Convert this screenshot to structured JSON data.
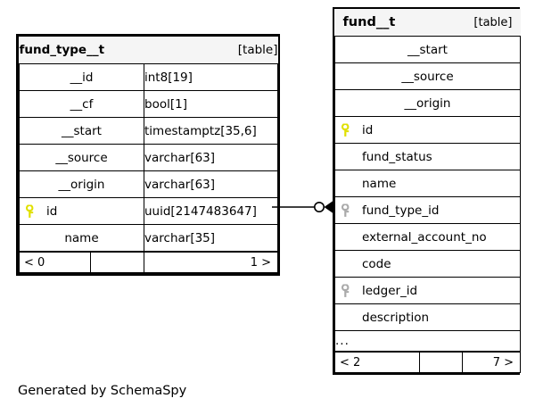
{
  "diagram": {
    "credit": "Generated by SchemaSpy",
    "table_tag": "[table]",
    "ellipsis": "...",
    "key_colors": {
      "primary_key": "#e8e800",
      "foreign_key": "#aaaaaa"
    }
  },
  "tables": [
    {
      "name": "fund_type__t",
      "tag": "[table]",
      "columns": [
        {
          "key": "none",
          "name": "__id",
          "type": "int8[19]"
        },
        {
          "key": "none",
          "name": "__cf",
          "type": "bool[1]"
        },
        {
          "key": "none",
          "name": "__start",
          "type": "timestamptz[35,6]"
        },
        {
          "key": "none",
          "name": "__source",
          "type": "varchar[63]"
        },
        {
          "key": "none",
          "name": "__origin",
          "type": "varchar[63]"
        },
        {
          "key": "primary",
          "name": "id",
          "type": "uuid[2147483647]"
        },
        {
          "key": "none",
          "name": "name",
          "type": "varchar[35]"
        }
      ],
      "footer": {
        "left": "< 0",
        "middle": "",
        "right": "1 >"
      }
    },
    {
      "name": "fund__t",
      "tag": "[table]",
      "columns": [
        {
          "key": "none",
          "name": "__start"
        },
        {
          "key": "none",
          "name": "__source"
        },
        {
          "key": "none",
          "name": "__origin"
        },
        {
          "key": "primary",
          "name": "id"
        },
        {
          "key": "none",
          "name": "fund_status"
        },
        {
          "key": "none",
          "name": "name"
        },
        {
          "key": "foreign",
          "name": "fund_type_id"
        },
        {
          "key": "none",
          "name": "external_account_no"
        },
        {
          "key": "none",
          "name": "code"
        },
        {
          "key": "foreign",
          "name": "ledger_id"
        },
        {
          "key": "none",
          "name": "description"
        }
      ],
      "more_indicator": "...",
      "footer": {
        "left": "< 2",
        "middle": "",
        "right": "7 >"
      }
    }
  ],
  "relationship": {
    "from_table": "fund_type__t",
    "from_column": "id",
    "to_table": "fund__t",
    "to_column": "fund_type_id",
    "left_end": "zero-circle",
    "right_end": "crows-foot-many"
  }
}
